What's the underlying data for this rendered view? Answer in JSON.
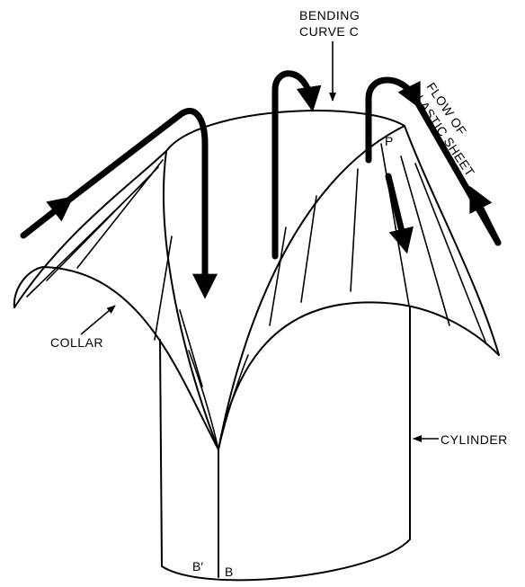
{
  "diagram": {
    "labels": {
      "bending_curve_line1": "BENDING",
      "bending_curve_line2": "CURVE C",
      "flow_line1": "FLOW OF",
      "flow_line2": "PLASTIC SHEET",
      "collar": "COLLAR",
      "cylinder": "CYLINDER",
      "point_p": "P",
      "point_b": "B",
      "point_b_prime": "B′"
    },
    "colors": {
      "ink": "#000000",
      "background": "#ffffff"
    }
  }
}
